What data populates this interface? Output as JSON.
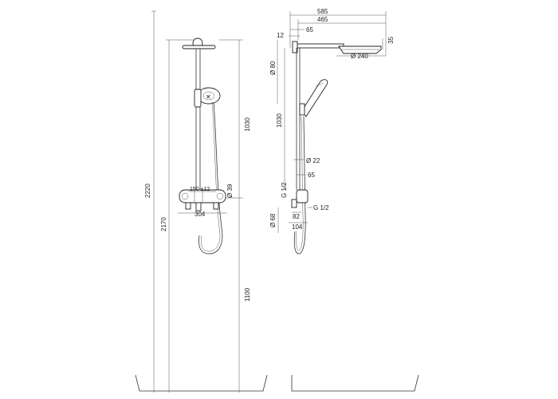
{
  "front_view": {
    "dimensions": {
      "total_height": "2220",
      "mount_height": "2170",
      "rail_length": "1030",
      "thermostat_height": "1100",
      "thermostat_width": "304",
      "inlet_centers": "150 ±12",
      "body_diameter": "Ø 39"
    }
  },
  "side_view": {
    "dimensions": {
      "arm_total": "585",
      "arm_reach": "465",
      "rail_offset": "65",
      "top_offset": "12",
      "head_thickness": "35",
      "head_diameter": "Ø 240",
      "wall_flange": "Ø 80",
      "rail_length": "1030",
      "rail_diameter": "Ø 22",
      "hand_offset": "65",
      "inlet_thread_left": "G 1/2",
      "inlet_thread_right": "G 1/2",
      "flange_diameter": "Ø 68",
      "depth_82": "82",
      "depth_104": "104"
    }
  }
}
